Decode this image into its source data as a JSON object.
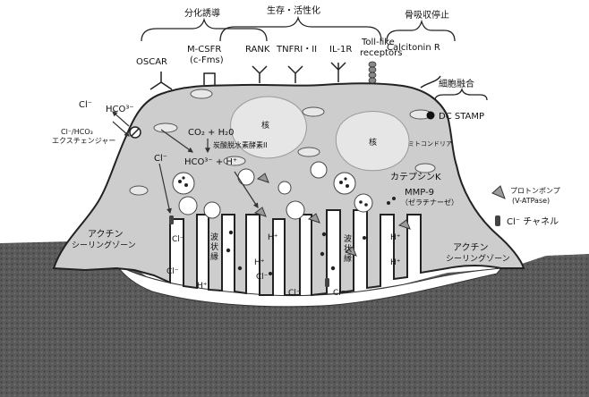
{
  "categories": {
    "differentiation": "分化誘導",
    "survival": "生存・活性化",
    "resorption_stop": "骨吸収停止",
    "fusion": "細胞融合"
  },
  "receptors": {
    "oscar": "OSCAR",
    "mcsfr_line1": "M-CSFR",
    "mcsfr_line2": "(c-Fms)",
    "rank": "RANK",
    "tnfr": "TNFRI・II",
    "il1r": "IL-1R",
    "toll_line1": "Toll-like",
    "toll_line2": "receptors",
    "calcitonin": "Calcitonin R",
    "dcstamp": "DC STAMP"
  },
  "cell": {
    "cl_minus": "Cl⁻",
    "hco3_out": "HCO³⁻",
    "exchanger_line1": "Cl⁻/HCO₃",
    "exchanger_line2": "エクスチェンジャー",
    "co2_h2o": "CO₂ + H₂0",
    "carbonic_anhydrase": "炭酸脱水素酵素II",
    "hco3_h": "HCO³⁻ + H⁺",
    "cl_inside": "Cl⁻",
    "nucleus1": "核",
    "nucleus2": "核",
    "mitochondria": "ミトコンドリア",
    "cathepsin": "カテプシンK",
    "mmp9": "MMP-9",
    "gelatinase": "（ゼラチナーゼ）",
    "actin": "アクチン",
    "sealing_zone": "シーリングゾーン",
    "ruffled_border": [
      "波",
      "状",
      "縁"
    ],
    "h_plus": "H⁺",
    "cl": "Cl⁻"
  },
  "legend": {
    "proton_pump_line1": "プロトンポンプ",
    "proton_pump_line2": "(V-ATPase)",
    "cl_channel": "Cl⁻ チャネル"
  }
}
